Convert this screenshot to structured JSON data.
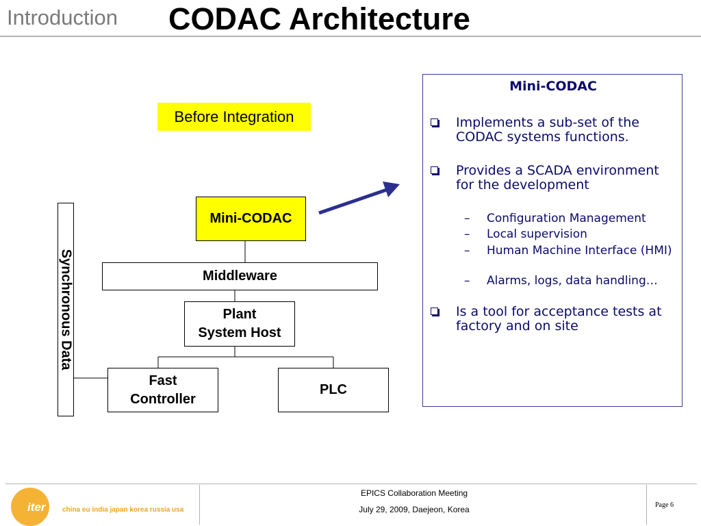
{
  "header": {
    "section_label": "Introduction",
    "title": "CODAC Architecture"
  },
  "before_integration_label": "Before Integration",
  "diagram": {
    "mini_codac": "Mini-CODAC",
    "middleware": "Middleware",
    "plant_system_host": [
      "Plant",
      "System Host"
    ],
    "fast_controller": [
      "Fast",
      "Controller"
    ],
    "plc": "PLC",
    "synchronous_data": "Synchronous Data"
  },
  "panel": {
    "title": "Mini-CODAC",
    "bullets": [
      "Implements a sub-set of the CODAC systems functions.",
      "Provides a  SCADA environment for the development",
      "Is a tool for acceptance tests at factory and on site"
    ],
    "sub_bullets": [
      "Configuration Management",
      "Local supervision",
      "Human Machine Interface (HMI)",
      "Alarms, logs, data handling…"
    ]
  },
  "footer": {
    "logo_text": "iter",
    "partners": "china eu india japan korea russia usa",
    "event": "EPICS Collaboration Meeting",
    "date": "July 29, 2009, Daejeon, Korea",
    "page": "Page 6"
  },
  "colors": {
    "highlight": "#ffff00",
    "arrow": "#2b2f8f",
    "panel_text": "#0a0a6a",
    "logo": "#f5b335"
  }
}
